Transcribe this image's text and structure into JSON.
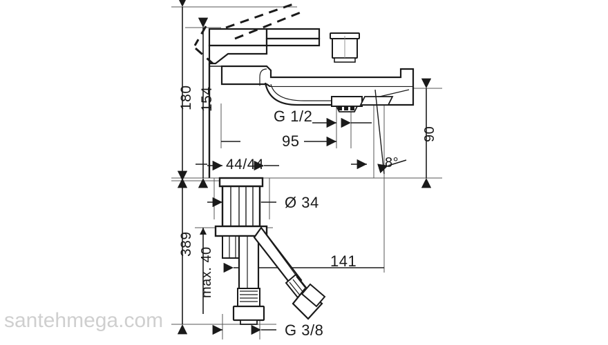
{
  "drawing": {
    "title": "Single lever basin mixer technical dimension drawing",
    "product": "single-lever-basin-mixer",
    "view": "side-elevation",
    "line_color": "#1a1a1a",
    "background_color": "#ffffff",
    "watermark_color": "#cfcfcf"
  },
  "watermark": {
    "text": "santehmega.com"
  },
  "dimensions": {
    "height_total": "180",
    "height_spout": "154",
    "spout_height_right": "90",
    "body_width": "44/44",
    "spout_reach": "95",
    "aerator_thread": "G 1/2",
    "shank_diameter": "Ø 34",
    "hose_length": "141",
    "total_depth": "389",
    "max_thickness": "max. 40",
    "supply_thread": "G 3/8",
    "spray_angle": "8°"
  },
  "labels": [
    {
      "id": "dim-180",
      "text": "180",
      "orientation": "vertical"
    },
    {
      "id": "dim-154",
      "text": "154",
      "orientation": "vertical"
    },
    {
      "id": "dim-90",
      "text": "90",
      "orientation": "vertical"
    },
    {
      "id": "dim-g12",
      "text": "G 1/2",
      "orientation": "horizontal"
    },
    {
      "id": "dim-95",
      "text": "95",
      "orientation": "horizontal"
    },
    {
      "id": "dim-4444",
      "text": "44/44",
      "orientation": "horizontal"
    },
    {
      "id": "dim-8deg",
      "text": "8°",
      "orientation": "horizontal"
    },
    {
      "id": "dim-d34",
      "text": "Ø 34",
      "orientation": "horizontal"
    },
    {
      "id": "dim-389",
      "text": "389",
      "orientation": "vertical"
    },
    {
      "id": "dim-max40",
      "text": "max. 40",
      "orientation": "vertical"
    },
    {
      "id": "dim-141",
      "text": "141",
      "orientation": "horizontal"
    },
    {
      "id": "dim-g38",
      "text": "G 3/8",
      "orientation": "horizontal"
    }
  ]
}
